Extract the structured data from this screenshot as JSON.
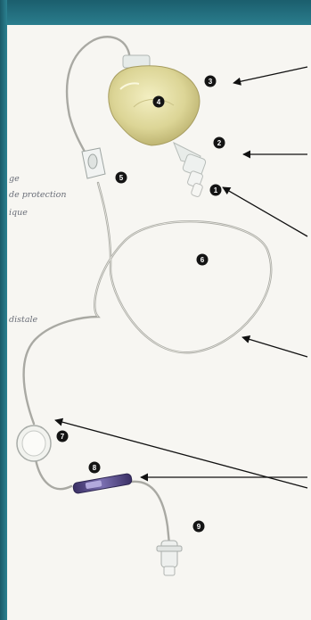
{
  "side_labels": [
    "ge",
    "de protection",
    "ique",
    "distale"
  ],
  "callouts": [
    "3",
    "4",
    "2",
    "1",
    "5",
    "6",
    "7",
    "8",
    "9"
  ]
}
